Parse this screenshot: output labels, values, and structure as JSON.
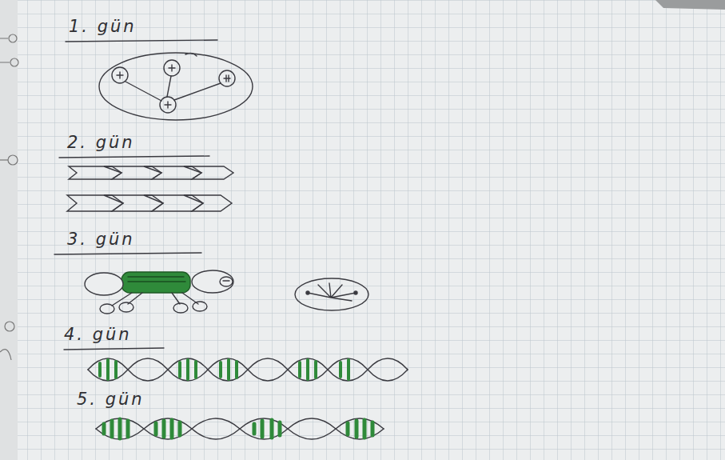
{
  "diagram": {
    "labels": [
      "1. gün",
      "2. gün",
      "3. gün",
      "4. gün",
      "5. gün"
    ]
  }
}
